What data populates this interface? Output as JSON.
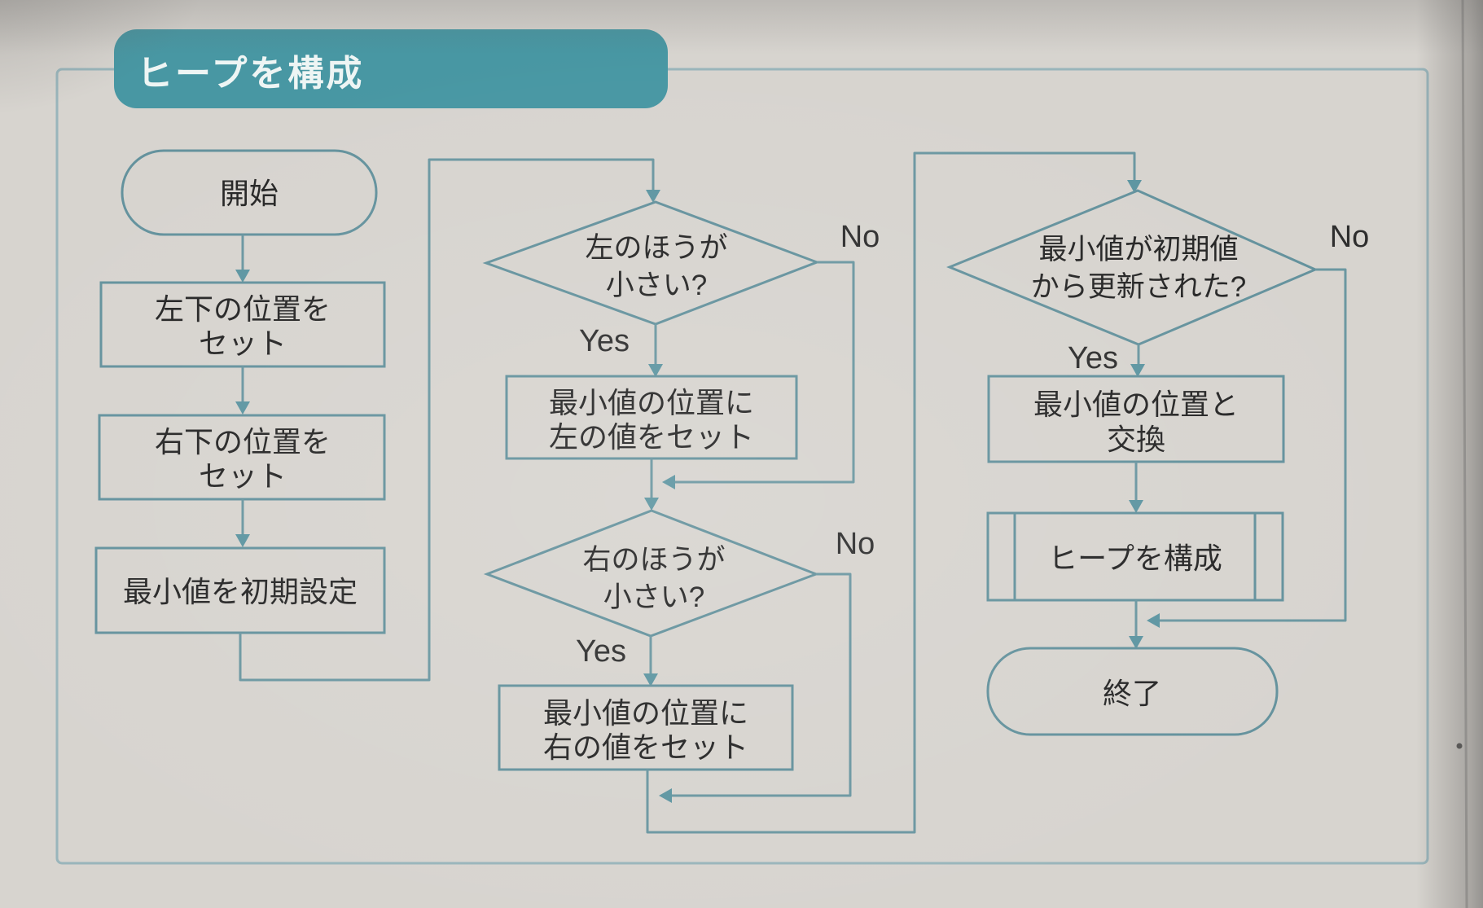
{
  "header": {
    "title": "ヒープを構成"
  },
  "nodes": {
    "start": {
      "label": "開始"
    },
    "set_left": {
      "line1": "左下の位置を",
      "line2": "セット"
    },
    "set_right": {
      "line1": "右下の位置を",
      "line2": "セット"
    },
    "init_min": {
      "label": "最小値を初期設定"
    },
    "d_left": {
      "line1": "左のほうが",
      "line2": "小さい?"
    },
    "set_min_left": {
      "line1": "最小値の位置に",
      "line2": "左の値をセット"
    },
    "d_right": {
      "line1": "右のほうが",
      "line2": "小さい?"
    },
    "set_min_right": {
      "line1": "最小値の位置に",
      "line2": "右の値をセット"
    },
    "d_updated": {
      "line1": "最小値が初期値",
      "line2": "から更新された?"
    },
    "swap": {
      "line1": "最小値の位置と",
      "line2": "交換"
    },
    "recurse": {
      "label": "ヒープを構成"
    },
    "end": {
      "label": "終了"
    }
  },
  "branch_labels": {
    "d_left": {
      "yes": "Yes",
      "no": "No"
    },
    "d_right": {
      "yes": "Yes",
      "no": "No"
    },
    "d_updated": {
      "yes": "Yes",
      "no": "No"
    }
  },
  "colors": {
    "header_fill": "#4897a3",
    "line": "#6b97a1",
    "node_stroke": "#64929d",
    "outer_border": "#99b5bb",
    "paper": "#d7d4cf",
    "text": "#262626"
  }
}
